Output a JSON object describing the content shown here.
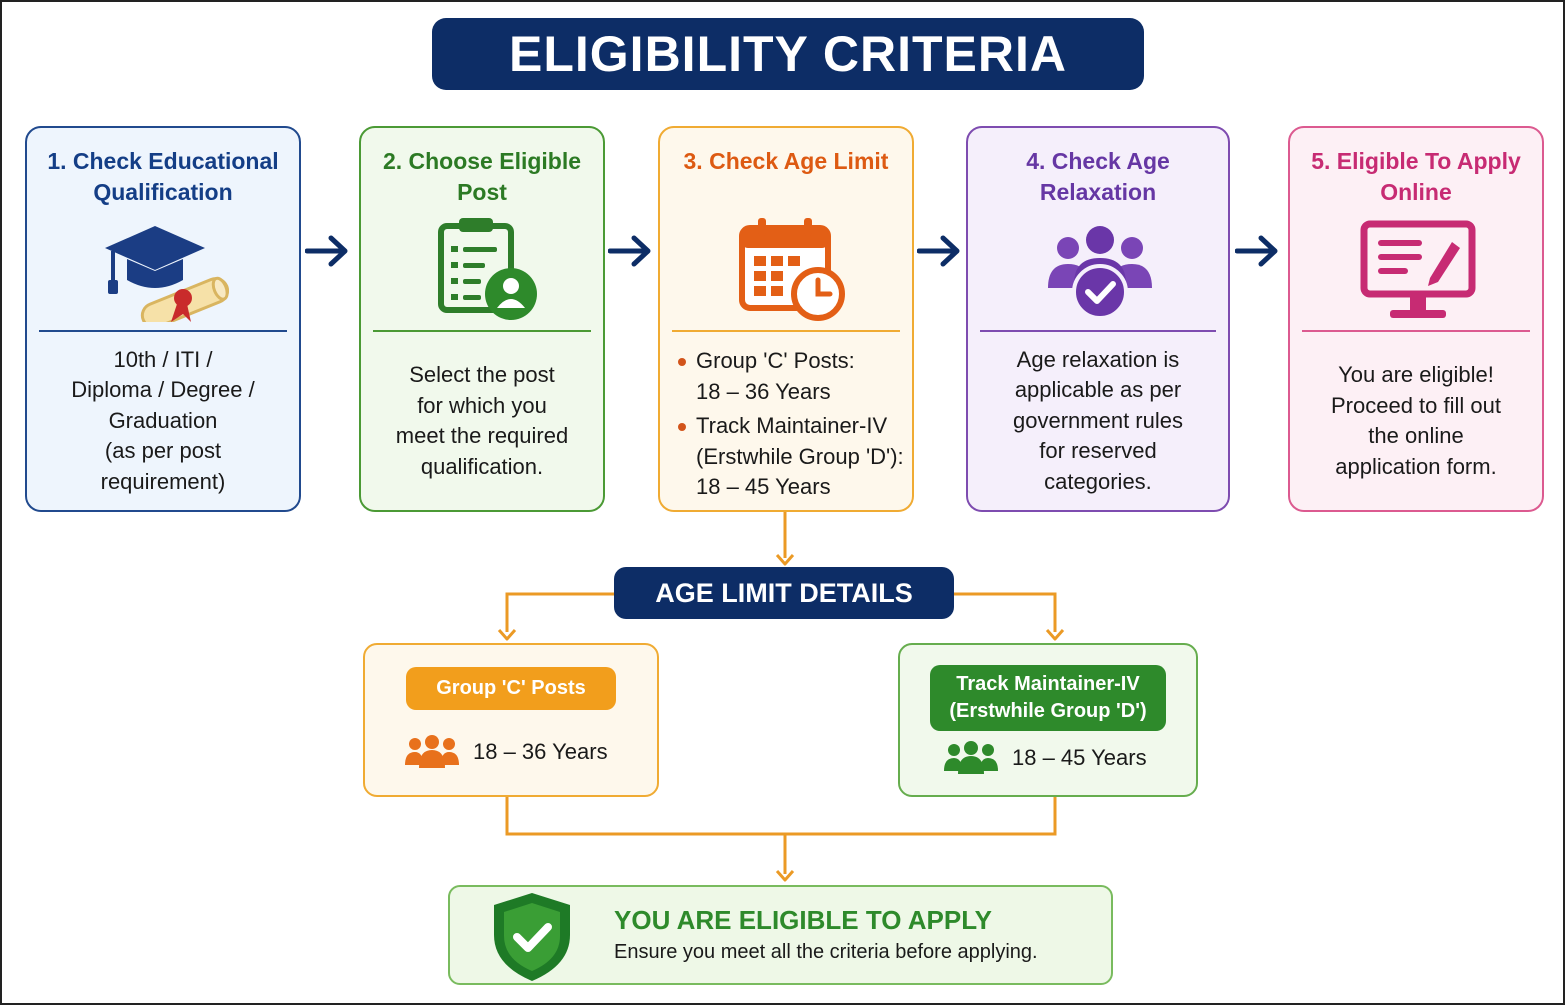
{
  "title": "ELIGIBILITY CRITERIA",
  "steps": [
    {
      "title": "1. Check Educational Qualification",
      "icon": "graduation-cap-icon",
      "body": "10th / ITI /\nDiploma / Degree /\nGraduation\n(as per post\nrequirement)"
    },
    {
      "title": "2. Choose Eligible Post",
      "icon": "clipboard-user-icon",
      "body": "Select the post\nfor which you\nmeet the required\nqualification."
    },
    {
      "title": "3. Check Age Limit",
      "icon": "calendar-clock-icon",
      "bullets": [
        "Group 'C' Posts:\n18 – 36 Years",
        "Track Maintainer-IV\n(Erstwhile Group 'D'):\n18 – 45 Years"
      ]
    },
    {
      "title": "4. Check Age Relaxation",
      "icon": "group-check-icon",
      "body": "Age relaxation is\napplicable as per\ngovernment rules\nfor reserved\ncategories."
    },
    {
      "title": "5. Eligible To Apply Online",
      "icon": "monitor-form-icon",
      "body": "You are eligible!\nProceed to fill out\nthe online\napplication form."
    }
  ],
  "age_details": {
    "title": "AGE LIMIT DETAILS",
    "group_c": {
      "label": "Group 'C' Posts",
      "range": "18 – 36 Years"
    },
    "track": {
      "label": "Track Maintainer-IV\n(Erstwhile Group 'D')",
      "range": "18 – 45 Years"
    }
  },
  "result": {
    "title": "YOU ARE ELIGIBLE TO APPLY",
    "subtitle": "Ensure you meet all the criteria before applying."
  },
  "colors": {
    "navy": "#0d2d66",
    "blue": "#143e86",
    "green": "#2e8a2b",
    "orange": "#f29e1c",
    "orange_dark": "#dd5a12",
    "purple": "#6637a4",
    "pink": "#c72b73",
    "connector": "#eb9a25"
  }
}
